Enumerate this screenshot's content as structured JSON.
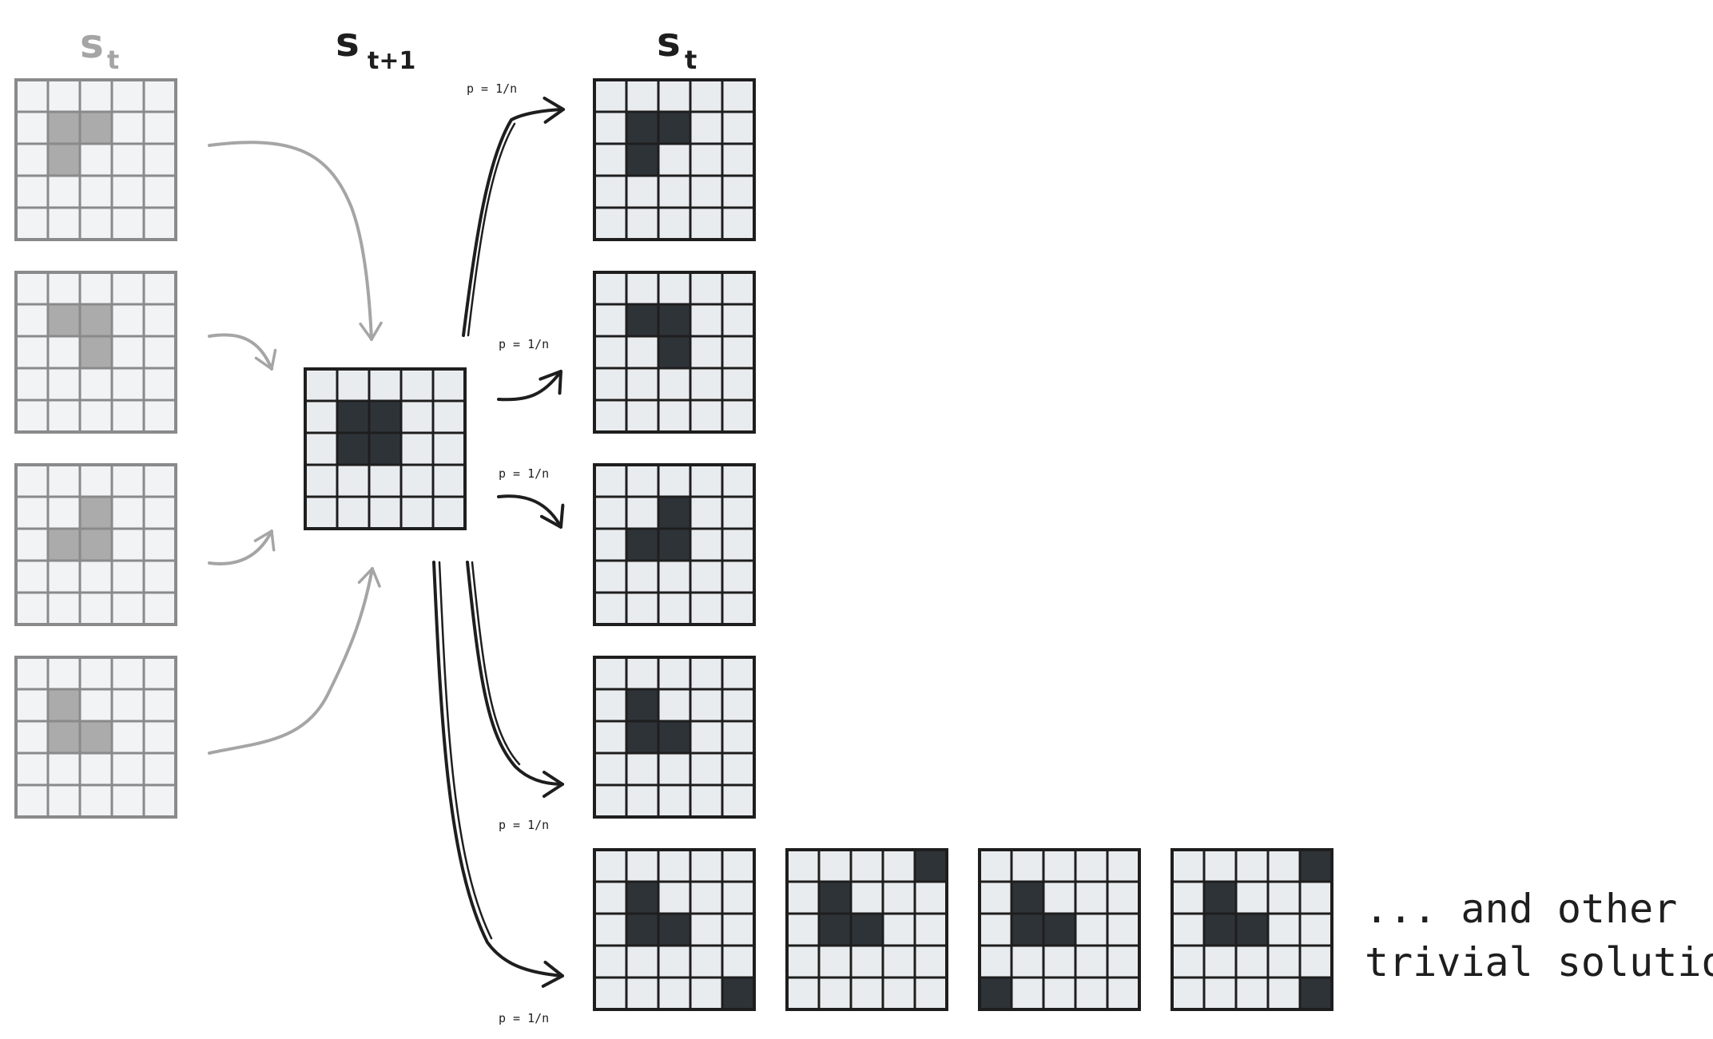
{
  "labels": {
    "s": "s",
    "t": "t",
    "t1": "t+1",
    "prob": "p = 1/n",
    "others_line1": "... and other",
    "others_line2": "trivial solutions"
  },
  "colors": {
    "cell_light": "#e9ecef",
    "cell_light_faded": "#f2f3f4",
    "cell_dark": "#2e3338",
    "cell_gray": "#ababab",
    "grid_dark": "#1e1e1e",
    "grid_faded": "#8a8a8a",
    "arrow_dark": "#1e1e1e",
    "arrow_faded": "#a5a5a5"
  },
  "grid_size": 5,
  "predecessors": [
    {
      "name": "pred-grid-1",
      "active": [
        [
          1,
          1
        ],
        [
          1,
          2
        ],
        [
          2,
          1
        ]
      ]
    },
    {
      "name": "pred-grid-2",
      "active": [
        [
          1,
          1
        ],
        [
          1,
          2
        ],
        [
          2,
          2
        ]
      ]
    },
    {
      "name": "pred-grid-3",
      "active": [
        [
          1,
          2
        ],
        [
          2,
          1
        ],
        [
          2,
          2
        ]
      ]
    },
    {
      "name": "pred-grid-4",
      "active": [
        [
          1,
          1
        ],
        [
          2,
          1
        ],
        [
          2,
          2
        ]
      ]
    }
  ],
  "center": {
    "name": "state-t1-grid",
    "active": [
      [
        1,
        1
      ],
      [
        1,
        2
      ],
      [
        2,
        1
      ],
      [
        2,
        2
      ]
    ]
  },
  "successors": [
    {
      "name": "succ-grid-1",
      "active": [
        [
          1,
          1
        ],
        [
          1,
          2
        ],
        [
          2,
          1
        ]
      ]
    },
    {
      "name": "succ-grid-2",
      "active": [
        [
          1,
          1
        ],
        [
          1,
          2
        ],
        [
          2,
          2
        ]
      ]
    },
    {
      "name": "succ-grid-3",
      "active": [
        [
          1,
          2
        ],
        [
          2,
          1
        ],
        [
          2,
          2
        ]
      ]
    },
    {
      "name": "succ-grid-4",
      "active": [
        [
          1,
          1
        ],
        [
          2,
          1
        ],
        [
          2,
          2
        ]
      ]
    }
  ],
  "trivial": [
    {
      "name": "trivial-grid-1",
      "active": [
        [
          1,
          1
        ],
        [
          2,
          1
        ],
        [
          2,
          2
        ],
        [
          4,
          4
        ]
      ]
    },
    {
      "name": "trivial-grid-2",
      "active": [
        [
          0,
          4
        ],
        [
          1,
          1
        ],
        [
          2,
          1
        ],
        [
          2,
          2
        ]
      ]
    },
    {
      "name": "trivial-grid-3",
      "active": [
        [
          1,
          1
        ],
        [
          2,
          1
        ],
        [
          2,
          2
        ],
        [
          4,
          0
        ]
      ]
    },
    {
      "name": "trivial-grid-4",
      "active": [
        [
          0,
          4
        ],
        [
          1,
          1
        ],
        [
          2,
          1
        ],
        [
          2,
          2
        ],
        [
          4,
          4
        ]
      ]
    }
  ]
}
